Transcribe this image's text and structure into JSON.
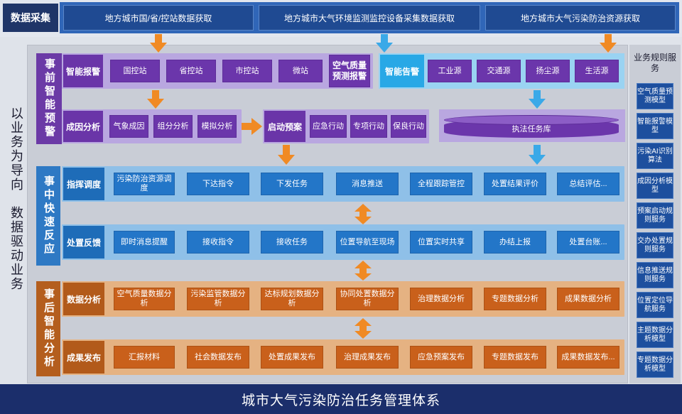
{
  "collection": {
    "title": "数据采集",
    "sources": [
      "地方城市国/省/控站数据获取",
      "地方城市大气环境监测监控设备采集数据获取",
      "地方城市大气污染防治资源获取"
    ]
  },
  "slogan": "以业务为导向　数据驱动业务",
  "phases": {
    "pre": "事前智能预警",
    "mid": "事中快速反应",
    "post": "事后智能分析"
  },
  "rows": {
    "smart_report": {
      "label": "智能报警",
      "items": [
        "国控站",
        "省控站",
        "市控站",
        "微站"
      ],
      "extra": "空气质量预测报警"
    },
    "smart_alert": {
      "label": "智能告警",
      "items": [
        "工业源",
        "交通源",
        "扬尘源",
        "生活源"
      ]
    },
    "cause": {
      "label": "成因分析",
      "items": [
        "气象成因",
        "组分分析",
        "模拟分析"
      ]
    },
    "plan": {
      "label": "启动预案",
      "items": [
        "应急行动",
        "专项行动",
        "保良行动"
      ]
    },
    "task_db": "执法任务库",
    "command": {
      "label": "指挥调度",
      "items": [
        "污染防治资源调度",
        "下达指令",
        "下发任务",
        "消息推送",
        "全程跟踪管控",
        "处置结果评价",
        "总结评估..."
      ]
    },
    "feedback": {
      "label": "处置反馈",
      "items": [
        "即时消息提醒",
        "接收指令",
        "接收任务",
        "位置导航至现场",
        "位置实时共享",
        "办结上报",
        "处置台账..."
      ]
    },
    "analysis": {
      "label": "数据分析",
      "items": [
        "空气质量数据分析",
        "污染监管数据分析",
        "达标规划数据分析",
        "协同处置数据分析",
        "治理数据分析",
        "专题数据分析",
        "成果数据分析"
      ]
    },
    "publish": {
      "label": "成果发布",
      "items": [
        "汇报材料",
        "社会数据发布",
        "处置成果发布",
        "治理成果发布",
        "应急预案发布",
        "专题数据发布",
        "成果数据发布..."
      ]
    }
  },
  "services": {
    "title": "业务规则服务",
    "items": [
      "空气质量预测模型",
      "智能报警模型",
      "污染AI识别算法",
      "成因分析模型",
      "预案启动规则服务",
      "交办处置规则服务",
      "信息推送规则服务",
      "位置定位导航服务",
      "主题数据分析模型",
      "专题数据分析模型"
    ]
  },
  "footer": "城市大气污染防治任务管理体系",
  "colors": {
    "navy": "#1f3568",
    "purple": "#6b36ab",
    "blue": "#2376c8",
    "orange": "#c9601b",
    "arrow_orange": "#f08a24",
    "arrow_cyan": "#3aa9e8"
  }
}
